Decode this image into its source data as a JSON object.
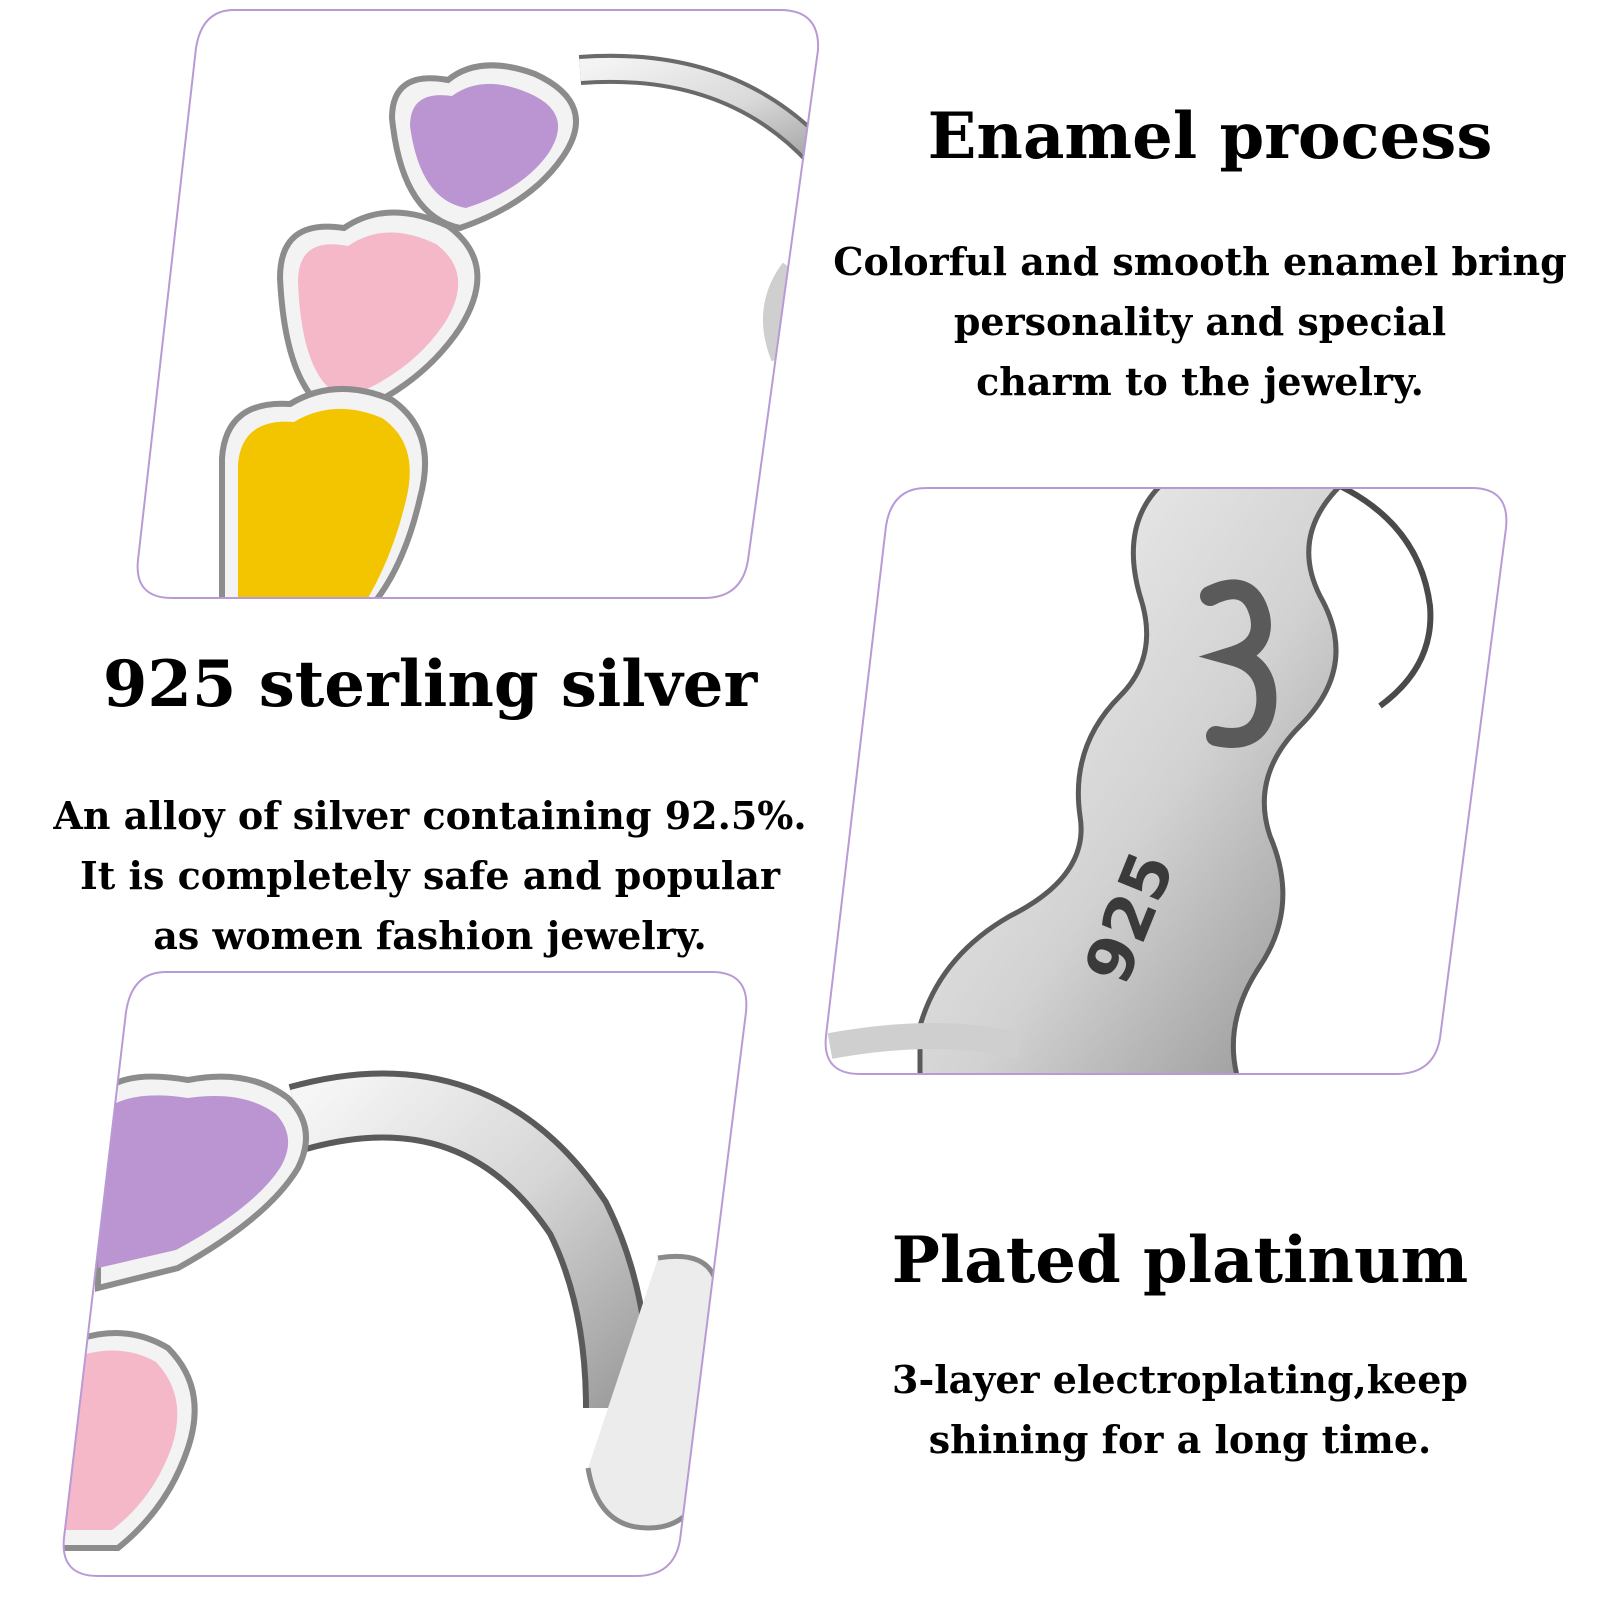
{
  "colors": {
    "panel_border": "#b99ad6",
    "heart_purple": "#bb95d2",
    "heart_pink": "#f5b8c9",
    "heart_yellow": "#f2c500",
    "silver": "#e4e4e4",
    "silver_dark": "#5a5a5a"
  },
  "enamel": {
    "title": "Enamel process",
    "lines": [
      "Colorful and smooth enamel bring",
      "personality and special",
      "charm to the jewelry."
    ]
  },
  "sterling": {
    "title": "925 sterling silver",
    "lines": [
      "An alloy of silver containing 92.5%.",
      "It is completely safe and popular",
      "as women fashion jewelry."
    ],
    "stamp_text": "925"
  },
  "platinum": {
    "title": "Plated platinum",
    "lines": [
      "3-layer electroplating,keep",
      "shining for a long time."
    ]
  }
}
